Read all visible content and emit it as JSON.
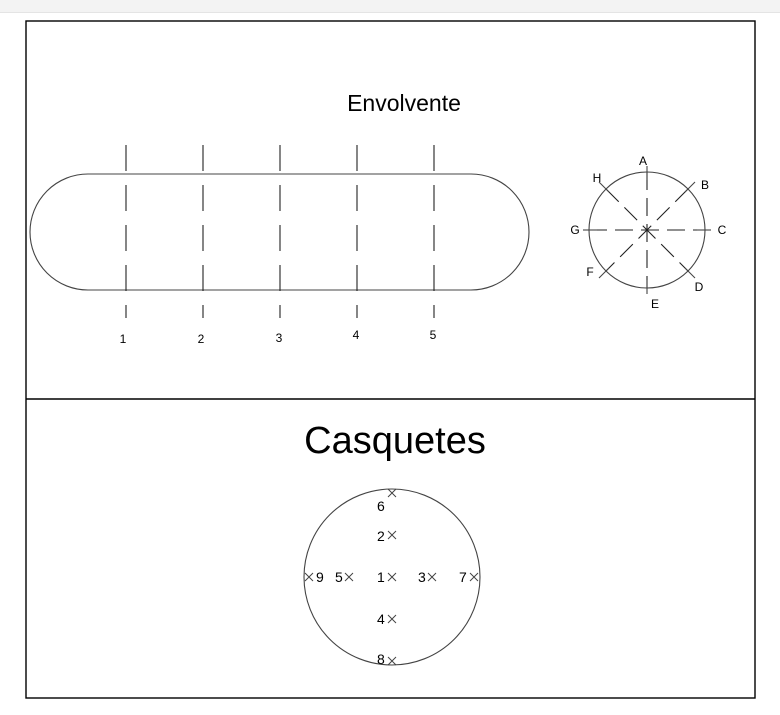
{
  "envolvente": {
    "title": "Envolvente",
    "sections": [
      "1",
      "2",
      "3",
      "4",
      "5"
    ],
    "circumference_points": [
      "A",
      "B",
      "C",
      "D",
      "E",
      "F",
      "G",
      "H"
    ]
  },
  "casquetes": {
    "title": "Casquetes",
    "points": [
      "1",
      "2",
      "3",
      "4",
      "5",
      "6",
      "7",
      "8",
      "9"
    ]
  }
}
